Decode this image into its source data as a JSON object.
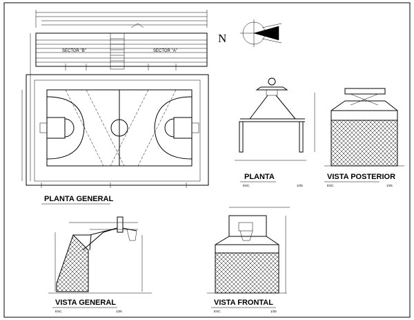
{
  "titles": {
    "planta_general": "PLANTA GENERAL",
    "planta": "PLANTA",
    "vista_posterior": "VISTA POSTERIOR",
    "vista_general": "VISTA GENERAL",
    "vista_frontal": "VISTA FRONTAL"
  },
  "scale_prefix": "ESC.",
  "scale_value": "1/25",
  "north": "N",
  "sectors": {
    "b": "SECTOR \"B\"",
    "a": "SECTOR \"A\""
  }
}
